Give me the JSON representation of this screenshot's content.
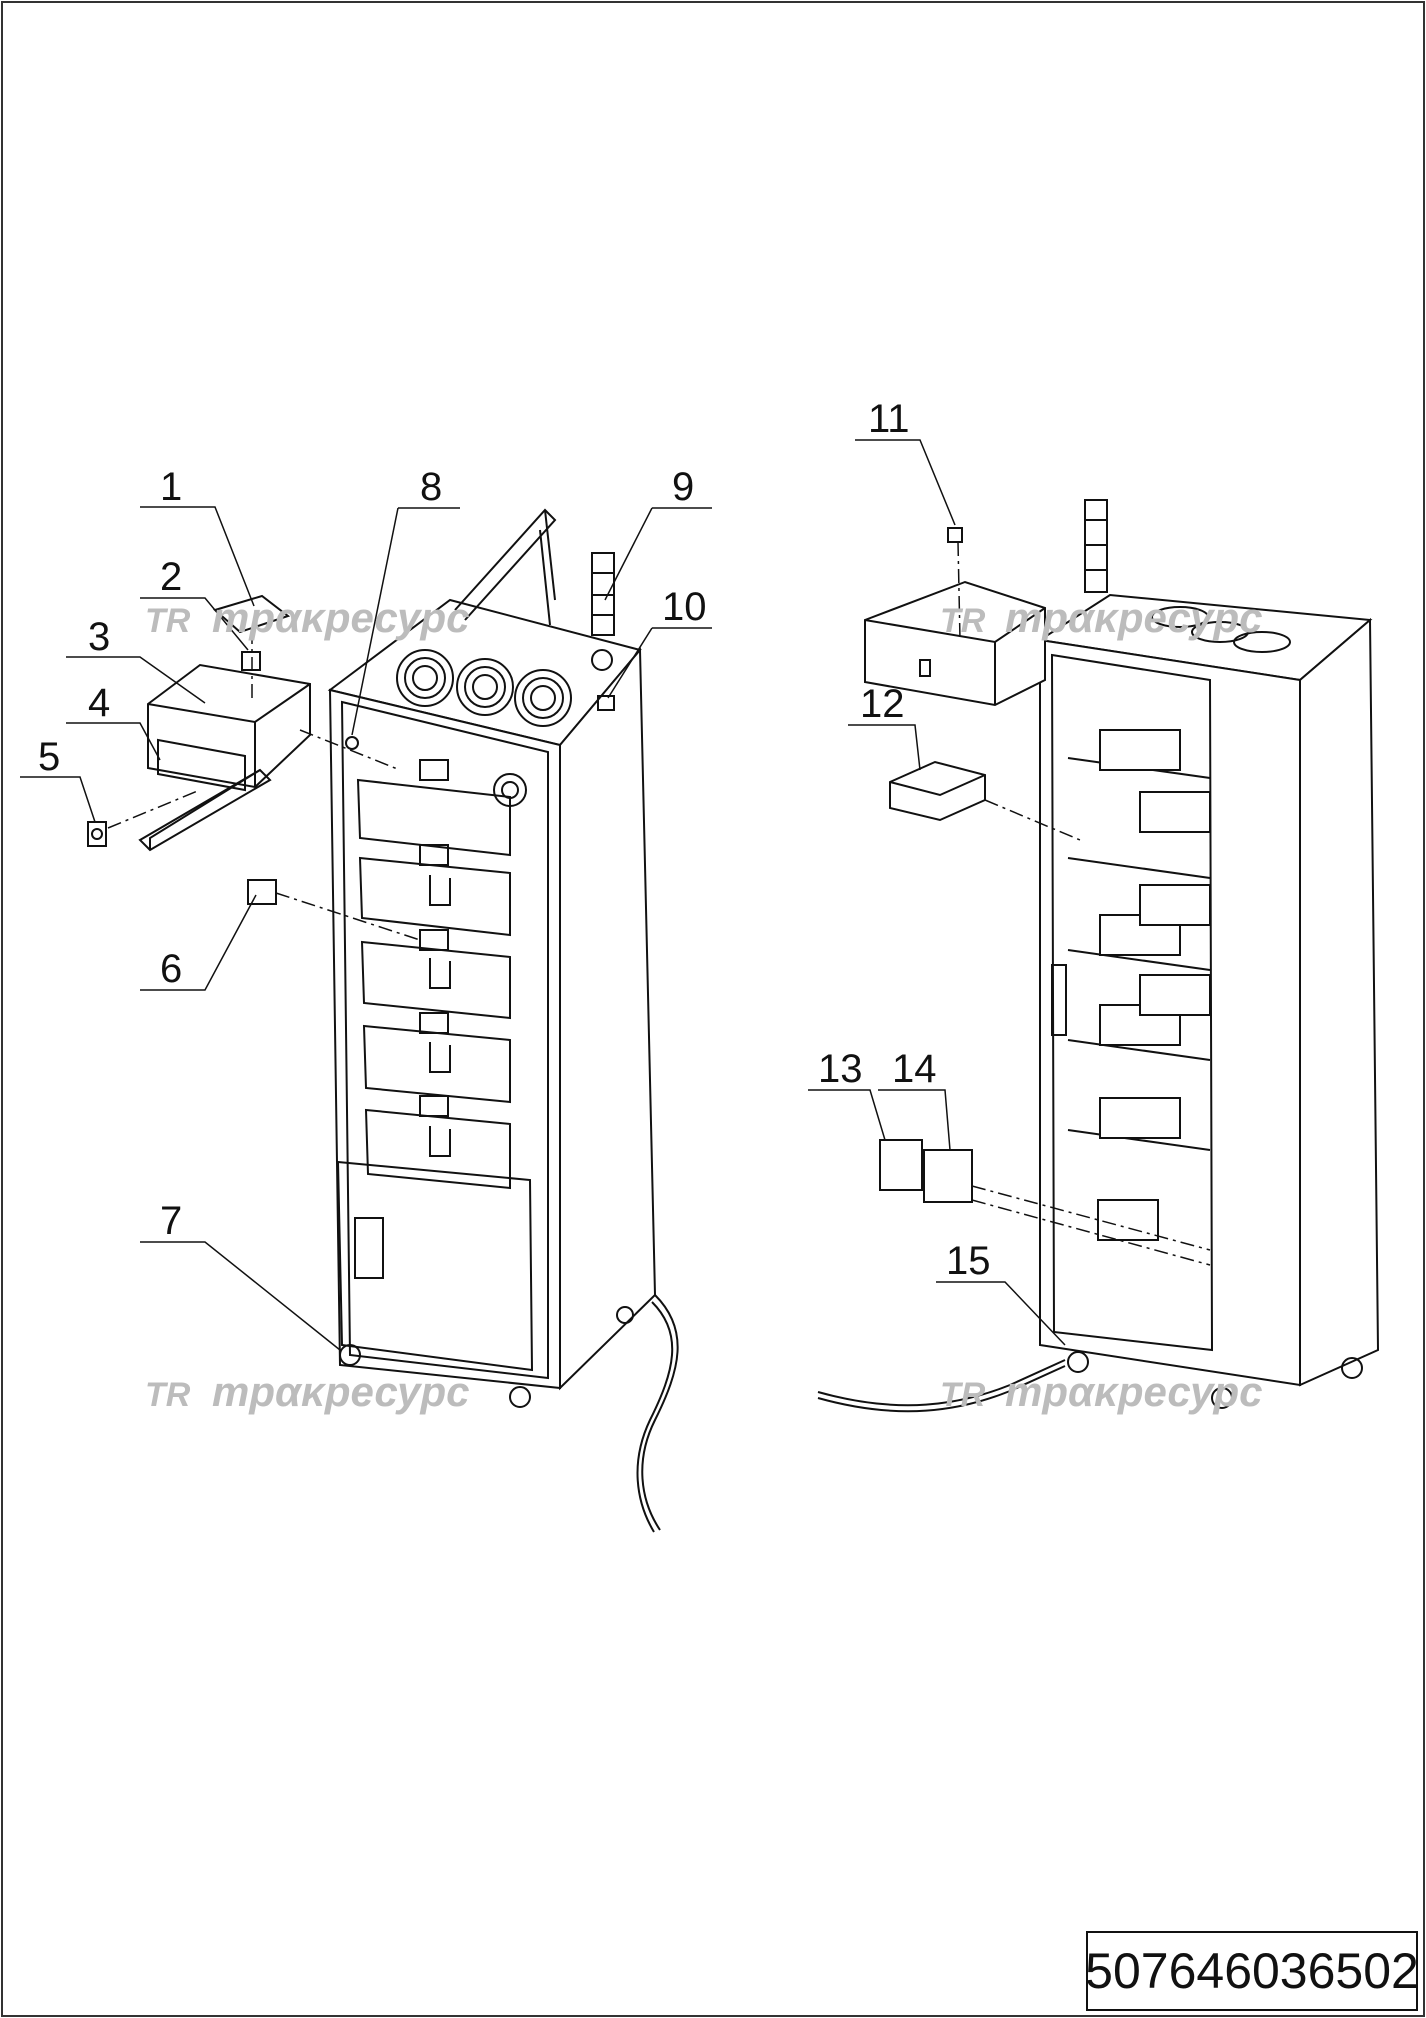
{
  "drawing": {
    "document_number": "507646036502",
    "watermarks": [
      "трακресурс",
      "трακресурс",
      "трακресурс",
      "трακресурс"
    ],
    "watermark_logo": "TR"
  },
  "callouts": [
    {
      "id": "1",
      "label": "1"
    },
    {
      "id": "2",
      "label": "2"
    },
    {
      "id": "3",
      "label": "3"
    },
    {
      "id": "4",
      "label": "4"
    },
    {
      "id": "5",
      "label": "5"
    },
    {
      "id": "6",
      "label": "6"
    },
    {
      "id": "7",
      "label": "7"
    },
    {
      "id": "8",
      "label": "8"
    },
    {
      "id": "9",
      "label": "9"
    },
    {
      "id": "10",
      "label": "10"
    },
    {
      "id": "11",
      "label": "11"
    },
    {
      "id": "12",
      "label": "12"
    },
    {
      "id": "13",
      "label": "13"
    },
    {
      "id": "14",
      "label": "14"
    },
    {
      "id": "15",
      "label": "15"
    }
  ]
}
